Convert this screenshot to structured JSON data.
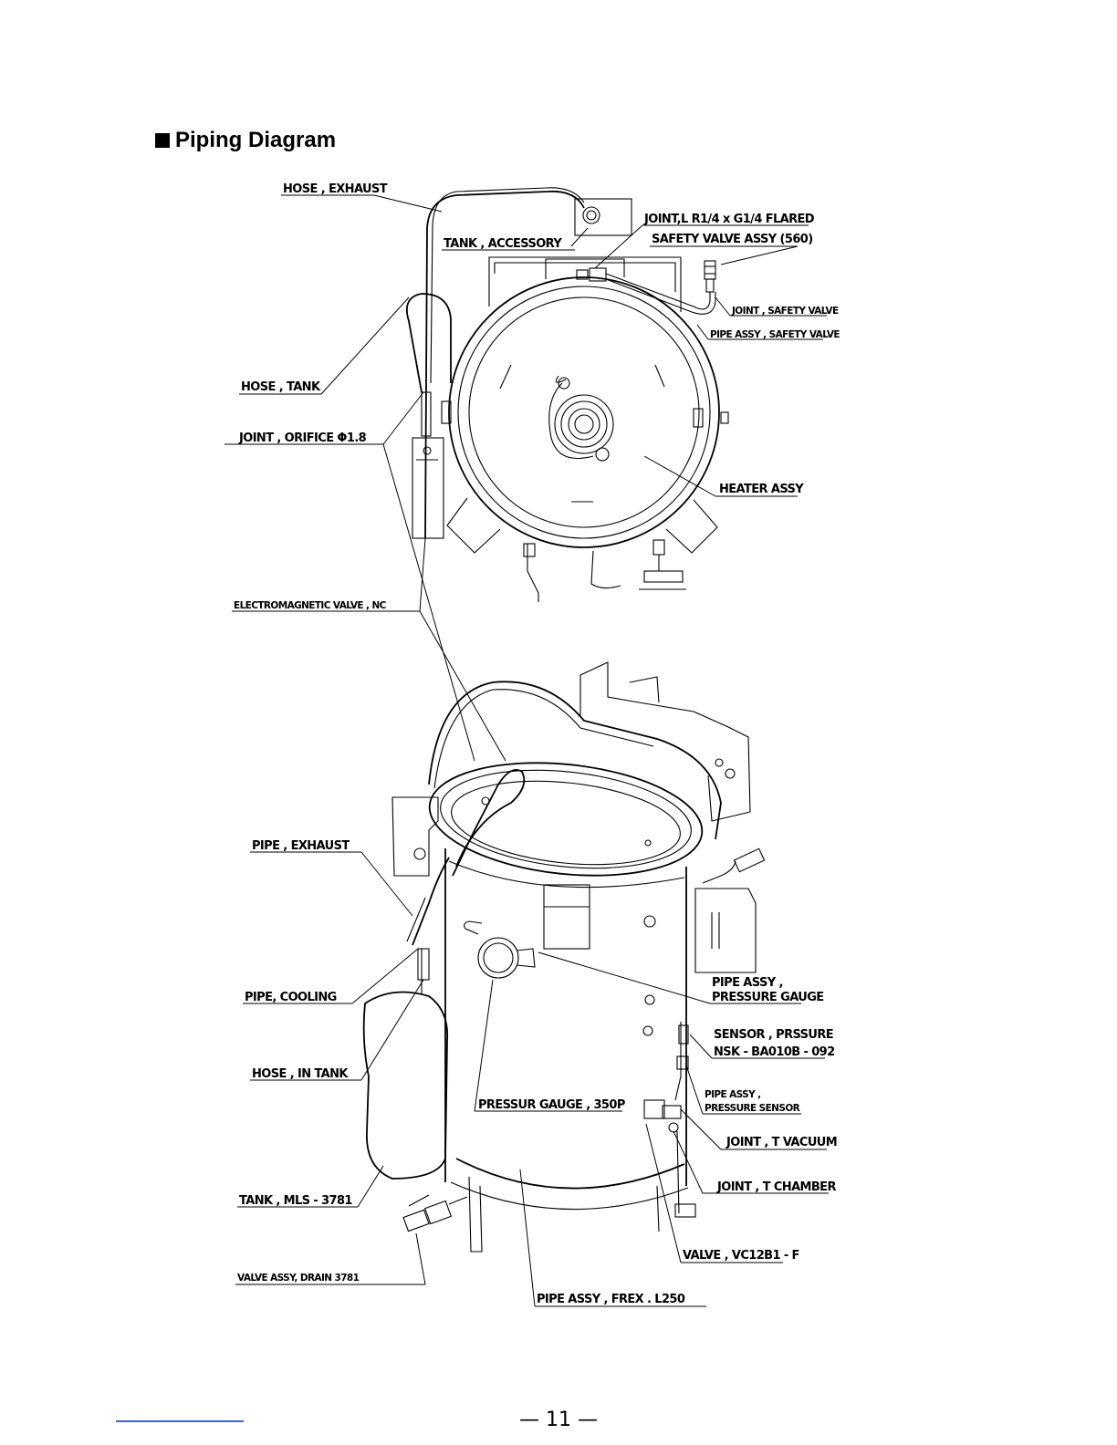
{
  "title": "Piping Diagram",
  "page_number": "— 11 —",
  "labels": {
    "hose_exhaust": "HOSE , EXHAUST",
    "tank_accessory": "TANK , ACCESSORY",
    "joint_l": "JOINT,L   R1/4 x G1/4 FLARED",
    "safety_valve_assy": "SAFETY  VALVE  ASSY  (560)",
    "joint_safety_valve": "JOINT , SAFETY  VALVE",
    "pipe_assy_safety_valve": "PIPE  ASSY , SAFETY   VALVE",
    "hose_tank": "HOSE , TANK",
    "joint_orifice": "JOINT , ORIFICE    Φ1.8",
    "heater_assy": "HEATER  ASSY",
    "electromagnetic_valve": "ELECTROMAGNETIC  VALVE ,  NC",
    "pipe_exhaust": "PIPE , EXHAUST",
    "pipe_assy_pressure_gauge_1": "PIPE ASSY ,",
    "pipe_assy_pressure_gauge_2": "PRESSURE  GAUGE",
    "pipe_cooling": "PIPE, COOLING",
    "sensor_pressure_1": "SENSOR , PRSSURE",
    "sensor_pressure_2": "NSK - BA010B - 092",
    "hose_in_tank": "HOSE , IN TANK",
    "pipe_assy_pressure_sensor_1": "PIPE ASSY ,",
    "pipe_assy_pressure_sensor_2": "PRESSURE  SENSOR",
    "pressure_gauge": "PRESSUR  GAUGE , 350P",
    "joint_t_vacuum": "JOINT , T  VACUUM",
    "joint_t_chamber": "JOINT , T  CHAMBER",
    "tank_mls": "TANK ,  MLS - 3781",
    "valve_vc": "VALVE ,  VC12B1 - F",
    "valve_assy_drain": "VALVE  ASSY,  DRAIN  3781",
    "pipe_assy_frex": "PIPE  ASSY , FREX . L250"
  },
  "colors": {
    "line": "#000000",
    "page_rule": "#3f5fd8"
  }
}
